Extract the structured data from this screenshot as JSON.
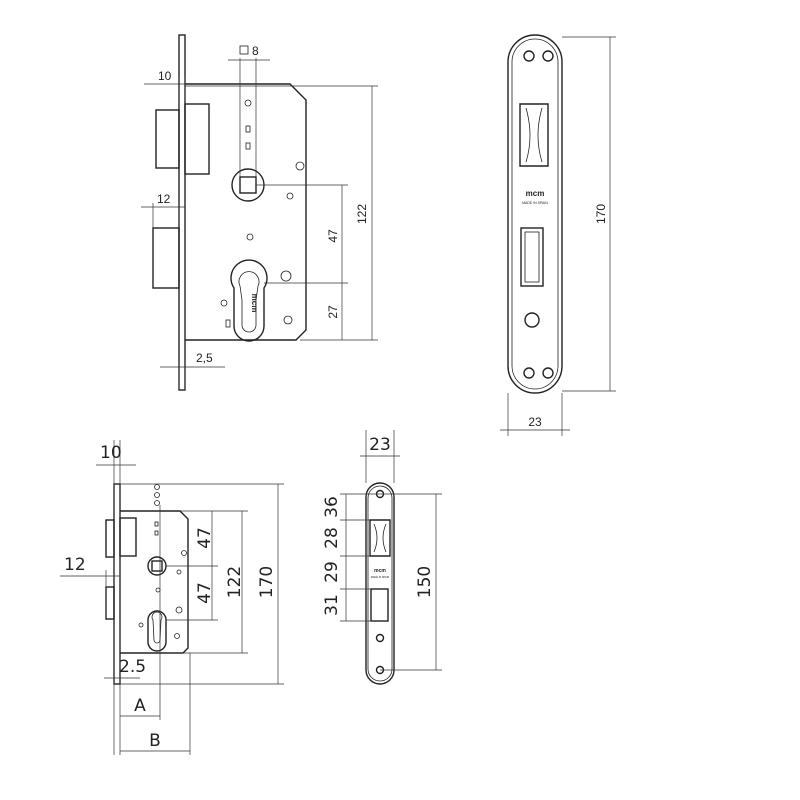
{
  "brand": {
    "logo_text": "mcm",
    "origin": "MADE IN SPAIN"
  },
  "top_lock": {
    "square": "8",
    "faceplate_thickness": "10",
    "bolt_offset": "12",
    "backset_offset": "2,5",
    "height_total": "122",
    "handle_to_cylinder": "47",
    "cylinder_to_bottom": "27"
  },
  "top_faceplate": {
    "height": "170",
    "width": "23"
  },
  "bottom_lock": {
    "faceplate_thickness": "10",
    "bolt_offset": "12",
    "backset_offset": "2.5",
    "dim_upper_47": "47",
    "dim_lower_47": "47",
    "dim_122": "122",
    "dim_170": "170",
    "label_a": "A",
    "label_b": "B"
  },
  "bottom_faceplate": {
    "width": "23",
    "dim_36": "36",
    "dim_28": "28",
    "dim_29": "29",
    "dim_31": "31",
    "height": "150"
  }
}
